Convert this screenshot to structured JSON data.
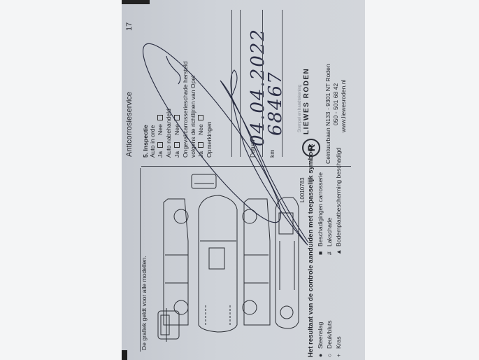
{
  "header": {
    "title": "Anticorrosieservice",
    "page_number": "17"
  },
  "left": {
    "note": "De grafiek geldt voor alle modellen.",
    "figure_code": "L0010783",
    "instruction": "Het resultaat van de controle aanduiden met toepasselijk symbool:",
    "legend": [
      {
        "symbol": "●",
        "label": "Steenslag"
      },
      {
        "symbol": "○",
        "label": "Deuk/bluts"
      },
      {
        "symbol": "+",
        "label": "Kras"
      },
      {
        "symbol": "■",
        "label": "Beschadigingen carrosserie"
      },
      {
        "symbol": "#",
        "label": "Lakschade"
      },
      {
        "symbol": "▲",
        "label": "Bodemplaatbescherming beschadigd"
      }
    ]
  },
  "inspection": {
    "title": "5. Inspectie",
    "q1": "Auto in orde",
    "q2": "Auto nabehandeld",
    "q3_line1": "Ongeval/carrosserieschade hersteld",
    "q3_line2": "volgens de richtlijnen van Opel",
    "yes": "Ja",
    "no": "Nee",
    "remarks": "Opmerkingen",
    "date_label": "Datum",
    "date_value": "04.04.2022",
    "km_label": "km",
    "km_value": "68467"
  },
  "stamp": {
    "caption": "Stempel en handtekening",
    "logo_letter": "R",
    "name": "LIEWES RODEN",
    "address": "Ceintuurbaan N133 · 9301 NT Roden",
    "phone": "050 - 501 68 42",
    "website": "www.liewesroden.nl"
  }
}
